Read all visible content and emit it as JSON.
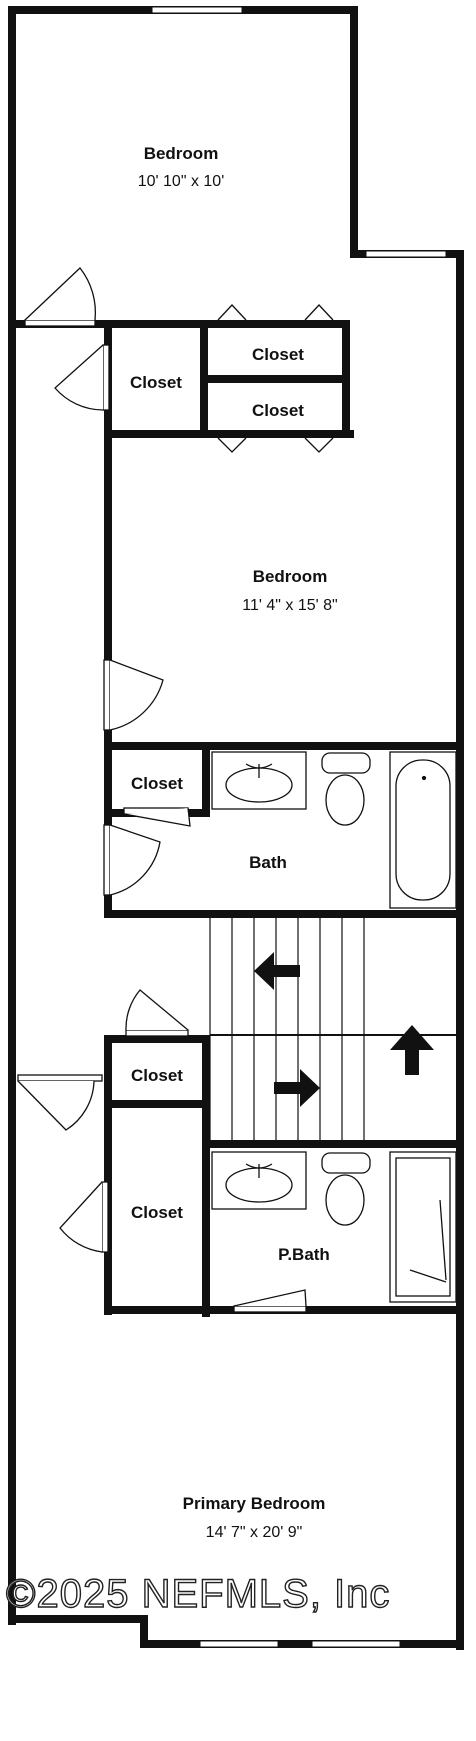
{
  "rooms": {
    "bedroom_top": {
      "label": "Bedroom",
      "dimensions": "10' 10\" x 10'"
    },
    "closet_a": {
      "label": "Closet"
    },
    "closet_b": {
      "label": "Closet"
    },
    "closet_c": {
      "label": "Closet"
    },
    "bedroom_mid": {
      "label": "Bedroom",
      "dimensions": "11' 4\" x 15' 8\""
    },
    "closet_d": {
      "label": "Closet"
    },
    "bath": {
      "label": "Bath"
    },
    "closet_e": {
      "label": "Closet"
    },
    "closet_f": {
      "label": "Closet"
    },
    "pbath": {
      "label": "P.Bath"
    },
    "primary_bedroom": {
      "label": "Primary Bedroom",
      "dimensions": "14' 7\" x 20' 9\""
    }
  },
  "watermark": "©2025 NEFMLS, Inc",
  "colors": {
    "wall": "#111111",
    "fixture_line": "#111111",
    "background": "#ffffff"
  }
}
